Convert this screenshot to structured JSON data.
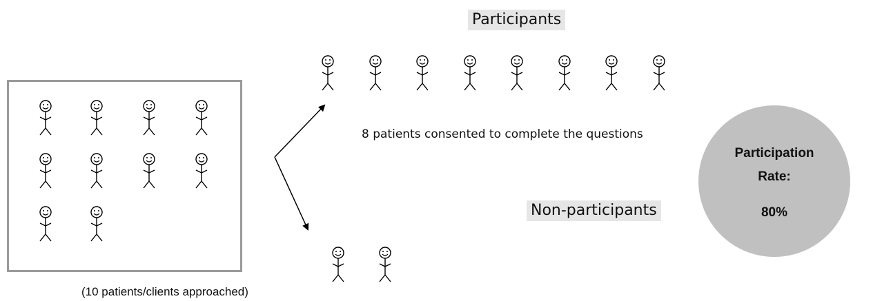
{
  "labels": {
    "participants": "Participants",
    "non_participants": "Non-participants",
    "consented": "8 patients consented to complete the questions",
    "approached": "(10 patients/clients approached)"
  },
  "rate": {
    "title_line1": "Participation",
    "title_line2": "Rate:",
    "value": "80%"
  },
  "counts": {
    "approached": 10,
    "participants": 8,
    "non_participants": 2
  },
  "colors": {
    "box_border": "#9a9a9a",
    "label_bg": "#e6e6e6",
    "circle_fill": "#c0c0c0"
  }
}
